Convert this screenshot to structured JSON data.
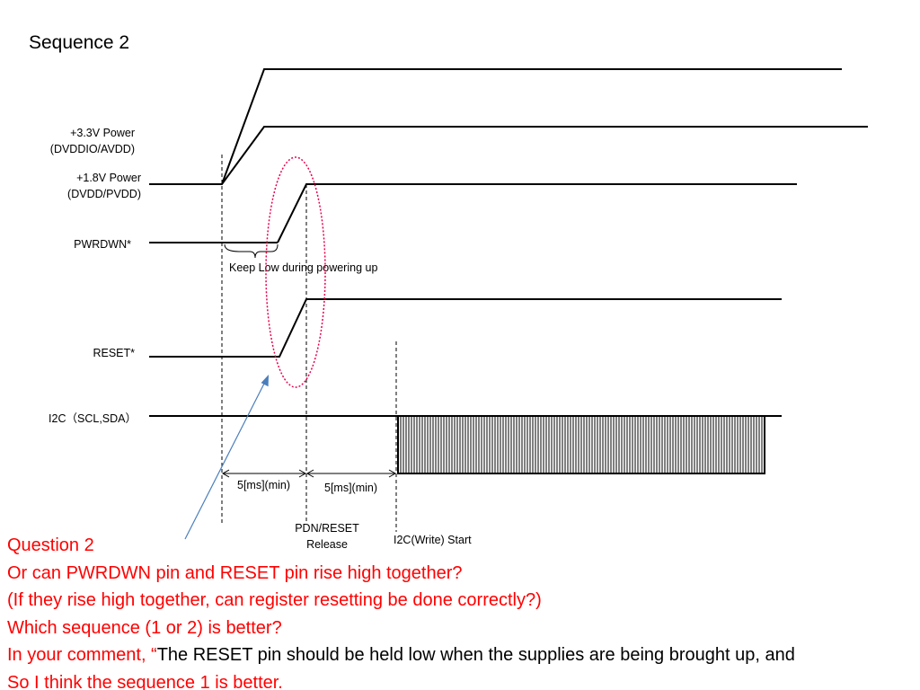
{
  "slide": {
    "title": "Sequence 2"
  },
  "signals": [
    {
      "id": "v33",
      "label_lines": [
        "+3.3V Power",
        "(DVDDIO/AVDD)"
      ]
    },
    {
      "id": "v18",
      "label_lines": [
        "+1.8V Power",
        "(DVDD/PVDD)"
      ]
    },
    {
      "id": "pwrdwn",
      "label_lines": [
        "PWRDWN*"
      ]
    },
    {
      "id": "reset",
      "label_lines": [
        "RESET*"
      ]
    },
    {
      "id": "i2c",
      "label_lines": [
        "I2C（SCL,SDA）"
      ]
    }
  ],
  "annotations": {
    "keep_low": "Keep Low during powering up",
    "interval_1": "5[ms](min)",
    "interval_2": "5[ms](min)",
    "pdn_release_lines": [
      "PDN/RESET",
      "Release"
    ],
    "i2c_start": "I2C(Write) Start"
  },
  "colors": {
    "question_text": "#ff0000",
    "quote_text": "#000000",
    "highlight_ellipse": "#e8004c",
    "arrow": "#4a7ebb"
  },
  "question": {
    "heading": "Question 2",
    "line_1": "Or can PWRDWN pin and RESET pin rise high together?",
    "line_2": "(If they rise high together, can register resetting be done correctly?)",
    "line_3": "Which sequence (1 or 2) is better?",
    "line_4_prefix": "In your comment, “",
    "line_4_quote": "The RESET pin should be held low when the supplies are being brought up, and",
    "line_5": "So I think the sequence 1 is better."
  }
}
